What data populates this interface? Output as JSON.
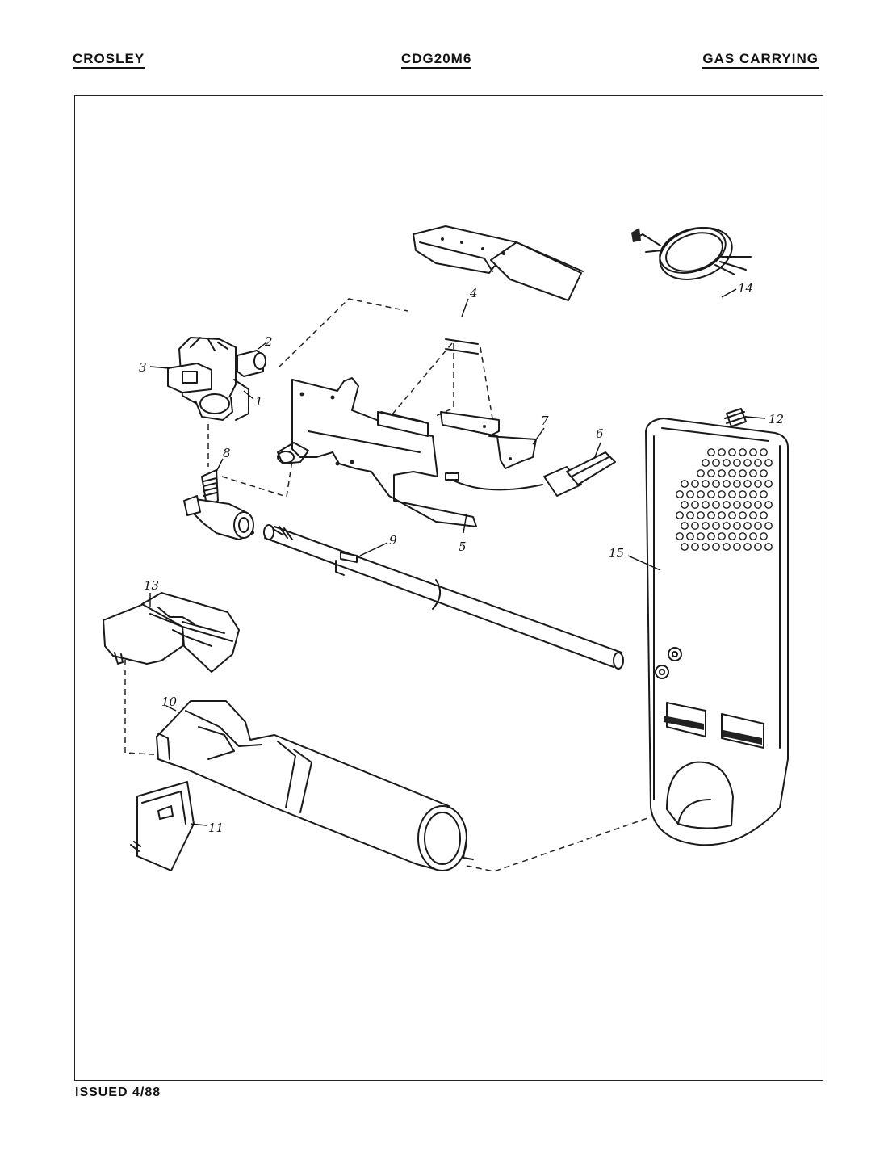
{
  "header": {
    "brand": "CROSLEY",
    "model": "CDG20M6",
    "section": "GAS CARRYING"
  },
  "footer": {
    "issued": "ISSUED 4/88"
  },
  "callouts": {
    "c1": "1",
    "c2": "2",
    "c3": "3",
    "c4": "4",
    "c5": "5",
    "c6": "6",
    "c7": "7",
    "c8": "8",
    "c9": "9",
    "c10": "10",
    "c11": "11",
    "c12": "12",
    "c13": "13",
    "c14": "14",
    "c15": "15"
  }
}
